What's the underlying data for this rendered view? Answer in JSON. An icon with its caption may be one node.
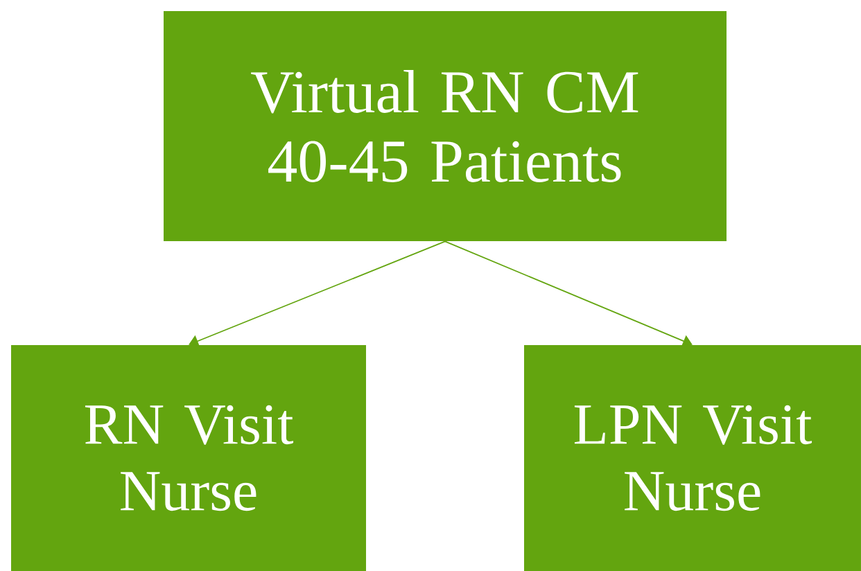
{
  "diagram": {
    "nodes": [
      {
        "text": [
          "Virtual RN CM 40-45 Patients"
        ]
      },
      {
        "text": [
          "RN Visit Nurse"
        ]
      },
      {
        "text": [
          "LPN Visit Nurse"
        ]
      }
    ],
    "edges": [
      {
        "from": 0,
        "to": 1,
        "arrow": "to"
      },
      {
        "from": 0,
        "to": 2,
        "arrow": "to"
      }
    ]
  }
}
